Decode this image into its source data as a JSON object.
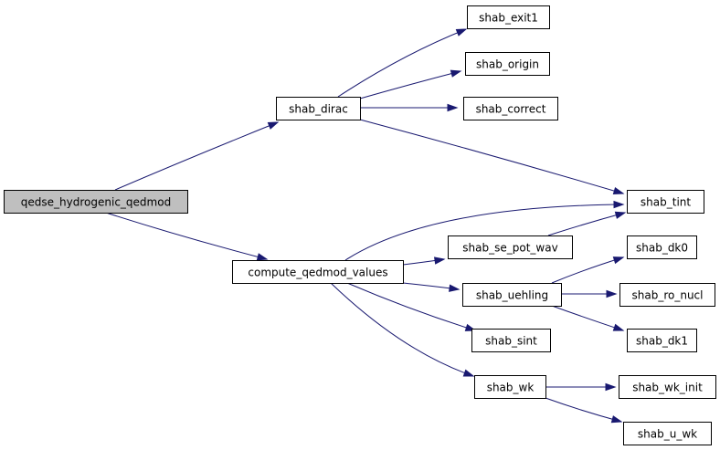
{
  "graph": {
    "root": "qedse_hydrogenic_qedmod",
    "nodes": [
      {
        "id": "root",
        "label": "qedse_hydrogenic_qedmod"
      },
      {
        "id": "dirac",
        "label": "shab_dirac"
      },
      {
        "id": "exit1",
        "label": "shab_exit1"
      },
      {
        "id": "origin",
        "label": "shab_origin"
      },
      {
        "id": "correct",
        "label": "shab_correct"
      },
      {
        "id": "tint",
        "label": "shab_tint"
      },
      {
        "id": "compute",
        "label": "compute_qedmod_values"
      },
      {
        "id": "sepot",
        "label": "shab_se_pot_wav"
      },
      {
        "id": "uehling",
        "label": "shab_uehling"
      },
      {
        "id": "dk0",
        "label": "shab_dk0"
      },
      {
        "id": "ronucl",
        "label": "shab_ro_nucl"
      },
      {
        "id": "dk1",
        "label": "shab_dk1"
      },
      {
        "id": "sint",
        "label": "shab_sint"
      },
      {
        "id": "wk",
        "label": "shab_wk"
      },
      {
        "id": "wkinit",
        "label": "shab_wk_init"
      },
      {
        "id": "uwk",
        "label": "shab_u_wk"
      }
    ],
    "edges": [
      {
        "from": "root",
        "to": "dirac"
      },
      {
        "from": "root",
        "to": "compute"
      },
      {
        "from": "dirac",
        "to": "exit1"
      },
      {
        "from": "dirac",
        "to": "origin"
      },
      {
        "from": "dirac",
        "to": "correct"
      },
      {
        "from": "dirac",
        "to": "tint"
      },
      {
        "from": "compute",
        "to": "tint"
      },
      {
        "from": "compute",
        "to": "sepot"
      },
      {
        "from": "compute",
        "to": "uehling"
      },
      {
        "from": "compute",
        "to": "sint"
      },
      {
        "from": "compute",
        "to": "wk"
      },
      {
        "from": "sepot",
        "to": "tint"
      },
      {
        "from": "uehling",
        "to": "dk0"
      },
      {
        "from": "uehling",
        "to": "ronucl"
      },
      {
        "from": "uehling",
        "to": "dk1"
      },
      {
        "from": "wk",
        "to": "wkinit"
      },
      {
        "from": "wk",
        "to": "uwk"
      }
    ],
    "colors": {
      "edge": "#191970",
      "root_fill": "#bfbfbf",
      "node_fill": "#ffffff",
      "node_border": "#000000"
    }
  }
}
